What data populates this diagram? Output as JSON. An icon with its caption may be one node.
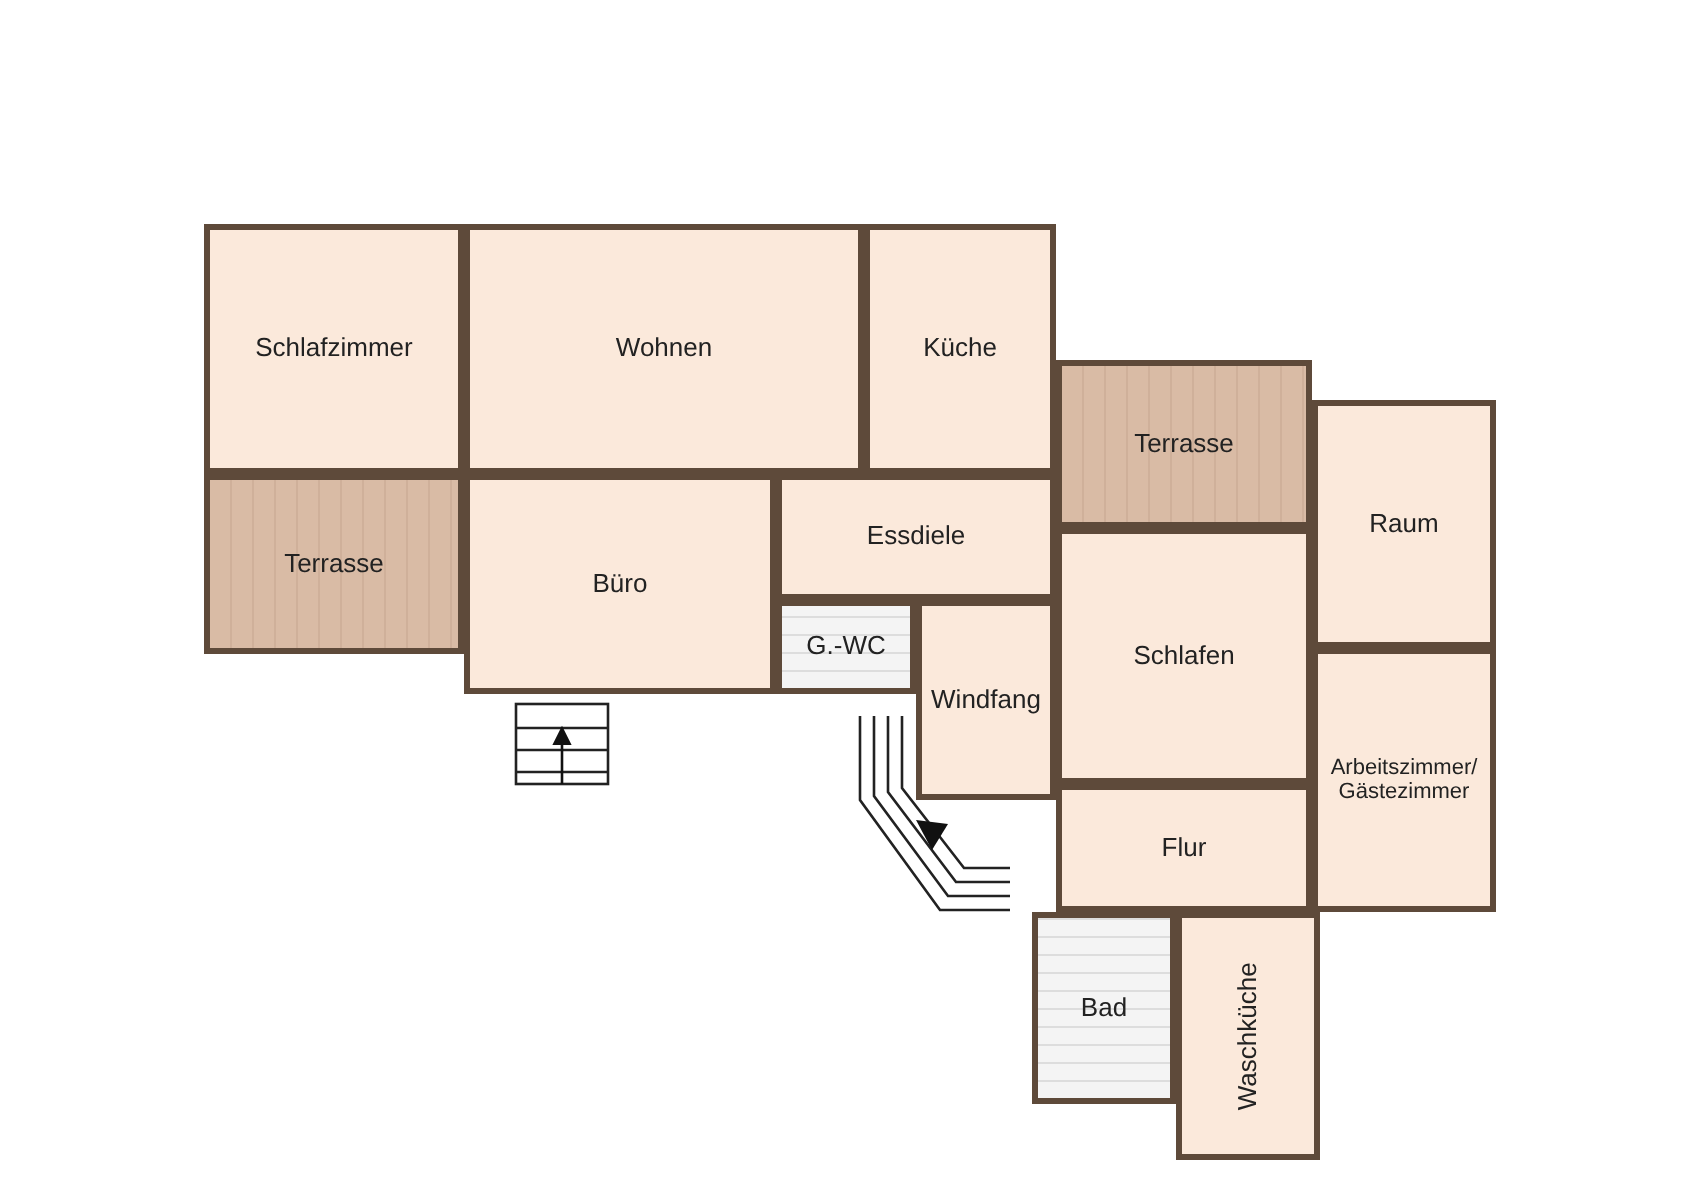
{
  "diagram": {
    "nodes": [
      {
        "text": [
          "Schlafzimmer"
        ]
      },
      {
        "text": [
          "Wohnen"
        ]
      },
      {
        "text": [
          "Küche"
        ]
      },
      {
        "text": [
          "Terrasse"
        ]
      },
      {
        "text": [
          "Essdiele"
        ]
      },
      {
        "text": [
          "Terrasse"
        ]
      },
      {
        "text": [
          "Raum"
        ]
      },
      {
        "text": [
          "Büro"
        ]
      },
      {
        "text": [
          "G.-WC"
        ]
      },
      {
        "text": [
          "Schlafen"
        ]
      },
      {
        "text": [
          "Windfang"
        ]
      },
      {
        "text": [
          "Arbeitszimmer/ Gästezimmer"
        ]
      },
      {
        "text": [
          "Flur"
        ]
      },
      {
        "text": [
          "Bad"
        ]
      },
      {
        "text": [
          "Waschküche"
        ]
      }
    ]
  }
}
